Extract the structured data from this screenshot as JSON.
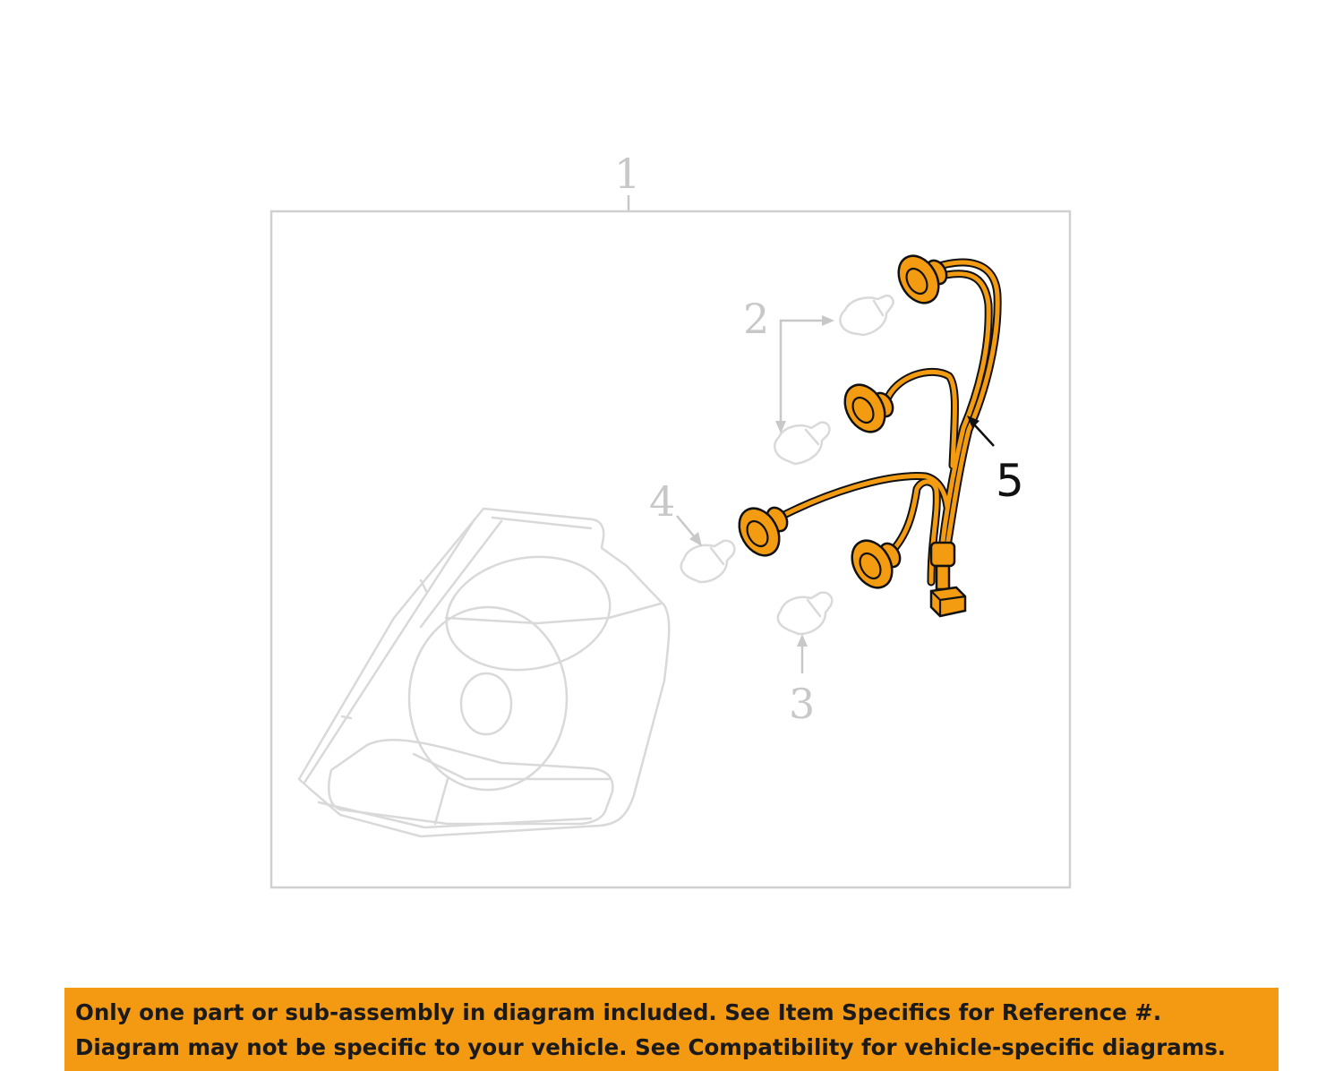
{
  "diagram": {
    "callouts": {
      "c1": "1",
      "c2": "2",
      "c3": "3",
      "c4": "4",
      "c5": "5"
    },
    "colors": {
      "highlight": "#f39c12",
      "ghost_lines": "#d9d9d9",
      "callout_grey": "#c8c8c8",
      "banner_bg": "#f39a12"
    }
  },
  "banner": {
    "line1": "Only one part or sub-assembly in diagram included. See Item Specifics for Reference #.",
    "line2": "Diagram may not be specific to your vehicle. See Compatibility for vehicle-specific diagrams."
  }
}
